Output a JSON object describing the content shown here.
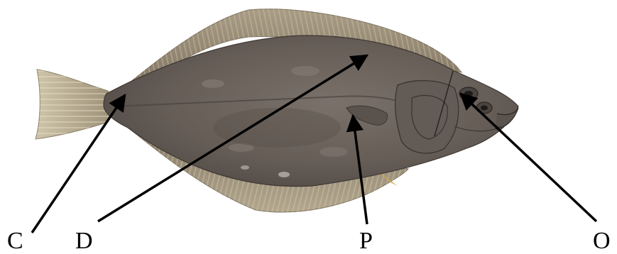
{
  "labels": {
    "C": "C",
    "D": "D",
    "P": "P",
    "O": "O"
  },
  "colors": {
    "background": "#ffffff",
    "fish_body": "#6b625c",
    "fish_fins": "#8d8270",
    "fin_rays": "#b5aa94",
    "tail": "#c3b89c",
    "arrow": "#000000"
  }
}
